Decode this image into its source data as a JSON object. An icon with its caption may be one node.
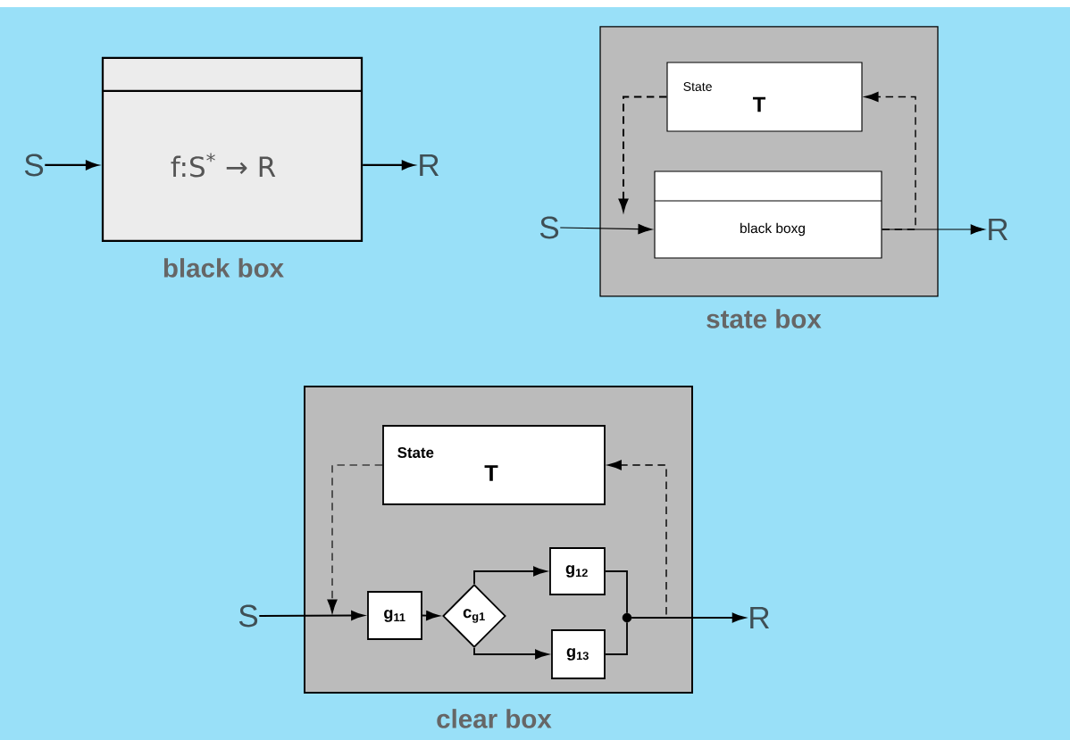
{
  "diagram": {
    "nodes": [
      {
        "text": [
          "f:S$^{*}$ → R",
          "black box"
        ]
      },
      {
        "text": [
          "S"
        ]
      },
      {
        "text": [
          "R"
        ]
      },
      {
        "text": [
          "state box"
        ]
      },
      {
        "text": [
          "State",
          "T"
        ],
        "in": 3
      },
      {
        "text": [
          "black boxg"
        ],
        "in": 3
      },
      {
        "text": [
          "S"
        ]
      },
      {
        "text": [
          "R"
        ]
      },
      {
        "text": [
          "clear box"
        ]
      },
      {
        "text": [
          "State",
          "T"
        ],
        "in": 8
      },
      {
        "text": [
          "g$_{11}$"
        ],
        "in": 8
      },
      {
        "text": [
          "c$_{g1}$"
        ],
        "in": 8
      },
      {
        "text": [
          "g$_{12}$"
        ],
        "in": 8
      },
      {
        "text": [
          "g$_{13}$"
        ],
        "in": 8
      },
      {
        "text": [],
        "shape": "circle",
        "in": 8
      },
      {
        "text": [
          "S"
        ]
      },
      {
        "text": [
          "R"
        ]
      }
    ],
    "edges": [
      {
        "from": 1,
        "to": 0,
        "arrow": "to"
      },
      {
        "from": 0,
        "to": 2,
        "arrow": "to"
      },
      {
        "from": 6,
        "to": 5,
        "arrow": "to"
      },
      {
        "from": 5,
        "to": 7,
        "arrow": "to"
      },
      {
        "from": 4,
        "to": 5,
        "arrow": "to",
        "style": "dashed"
      },
      {
        "from": 5,
        "to": 4,
        "arrow": "to",
        "style": "dashed"
      },
      {
        "from": 15,
        "to": 10,
        "arrow": "to"
      },
      {
        "from": 9,
        "to": 10,
        "arrow": "to",
        "style": "dashed"
      },
      {
        "from": 10,
        "to": 11,
        "arrow": "to"
      },
      {
        "from": 11,
        "to": 12,
        "arrow": "to"
      },
      {
        "from": 11,
        "to": 13,
        "arrow": "to"
      },
      {
        "from": 12,
        "to": 14,
        "arrow": "none"
      },
      {
        "from": 13,
        "to": 14,
        "arrow": "none"
      },
      {
        "from": 14,
        "to": 16,
        "arrow": "to"
      },
      {
        "from": 14,
        "to": 9,
        "arrow": "to",
        "style": "dashed"
      }
    ]
  }
}
